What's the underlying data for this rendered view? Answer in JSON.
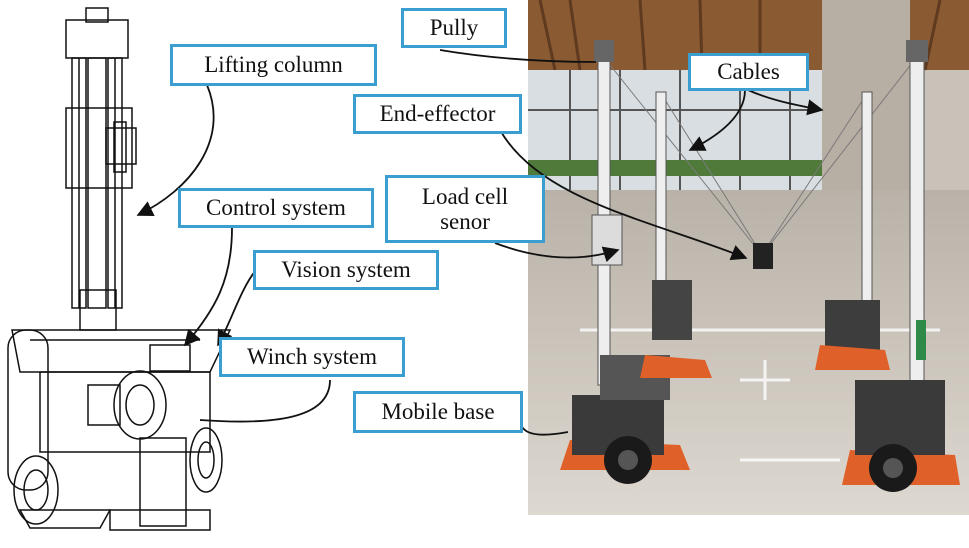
{
  "labels": {
    "lifting_column": "Lifting column",
    "control_system": "Control system",
    "vision_system": "Vision system",
    "winch_system": "Winch system",
    "pully": "Pully",
    "cables": "Cables",
    "end_effector": "End-effector",
    "load_cell_line1": "Load cell",
    "load_cell_line2": "senor",
    "mobile_base": "Mobile base"
  },
  "colors": {
    "label_border": "#3a9fd0",
    "arrow": "#111111",
    "floor": "#cfc9c0",
    "ceiling": "#8a5a32",
    "robot_base": "#e0602a"
  }
}
